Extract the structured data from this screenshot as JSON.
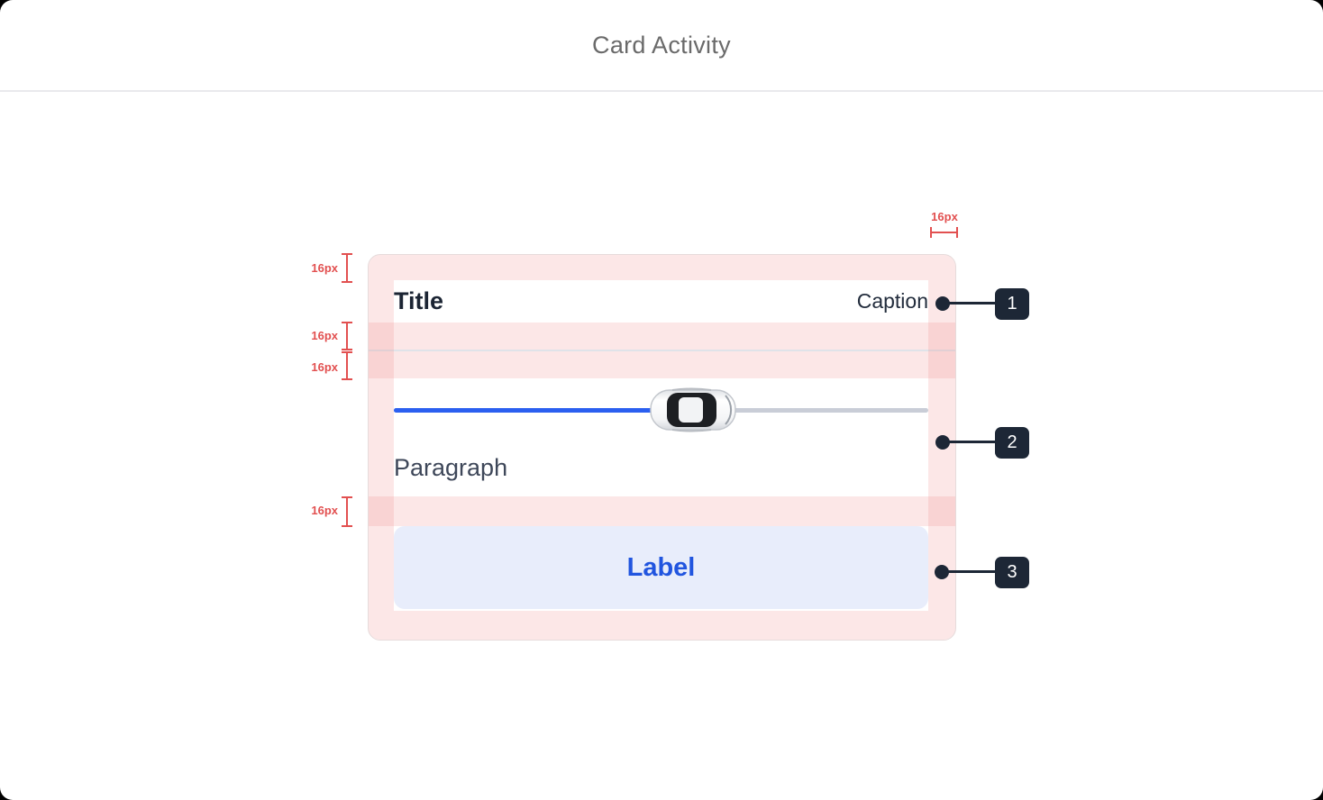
{
  "header": {
    "title": "Card Activity"
  },
  "card": {
    "title": "Title",
    "caption": "Caption",
    "paragraph": "Paragraph",
    "button_label": "Label",
    "slider": {
      "value_percent": 56,
      "thumb": "car-top-view-icon"
    }
  },
  "annotations": {
    "spacing": [
      {
        "text": "16px"
      },
      {
        "text": "16px"
      },
      {
        "text": "16px"
      },
      {
        "text": "16px"
      },
      {
        "text": "16px"
      }
    ],
    "callouts": [
      {
        "number": "1"
      },
      {
        "number": "2"
      },
      {
        "number": "3"
      }
    ]
  },
  "colors": {
    "accent_blue": "#2b5ff0",
    "slider_rest_track": "#c9cdd7",
    "annotation_red": "#e25050",
    "badge_dark": "#1d2736",
    "highlight_pink": "rgba(238,106,106,0.16)",
    "button_bg": "#e8edfb",
    "button_text": "#2155df",
    "title_text": "#1b2433",
    "paragraph_text": "#3e4759"
  }
}
